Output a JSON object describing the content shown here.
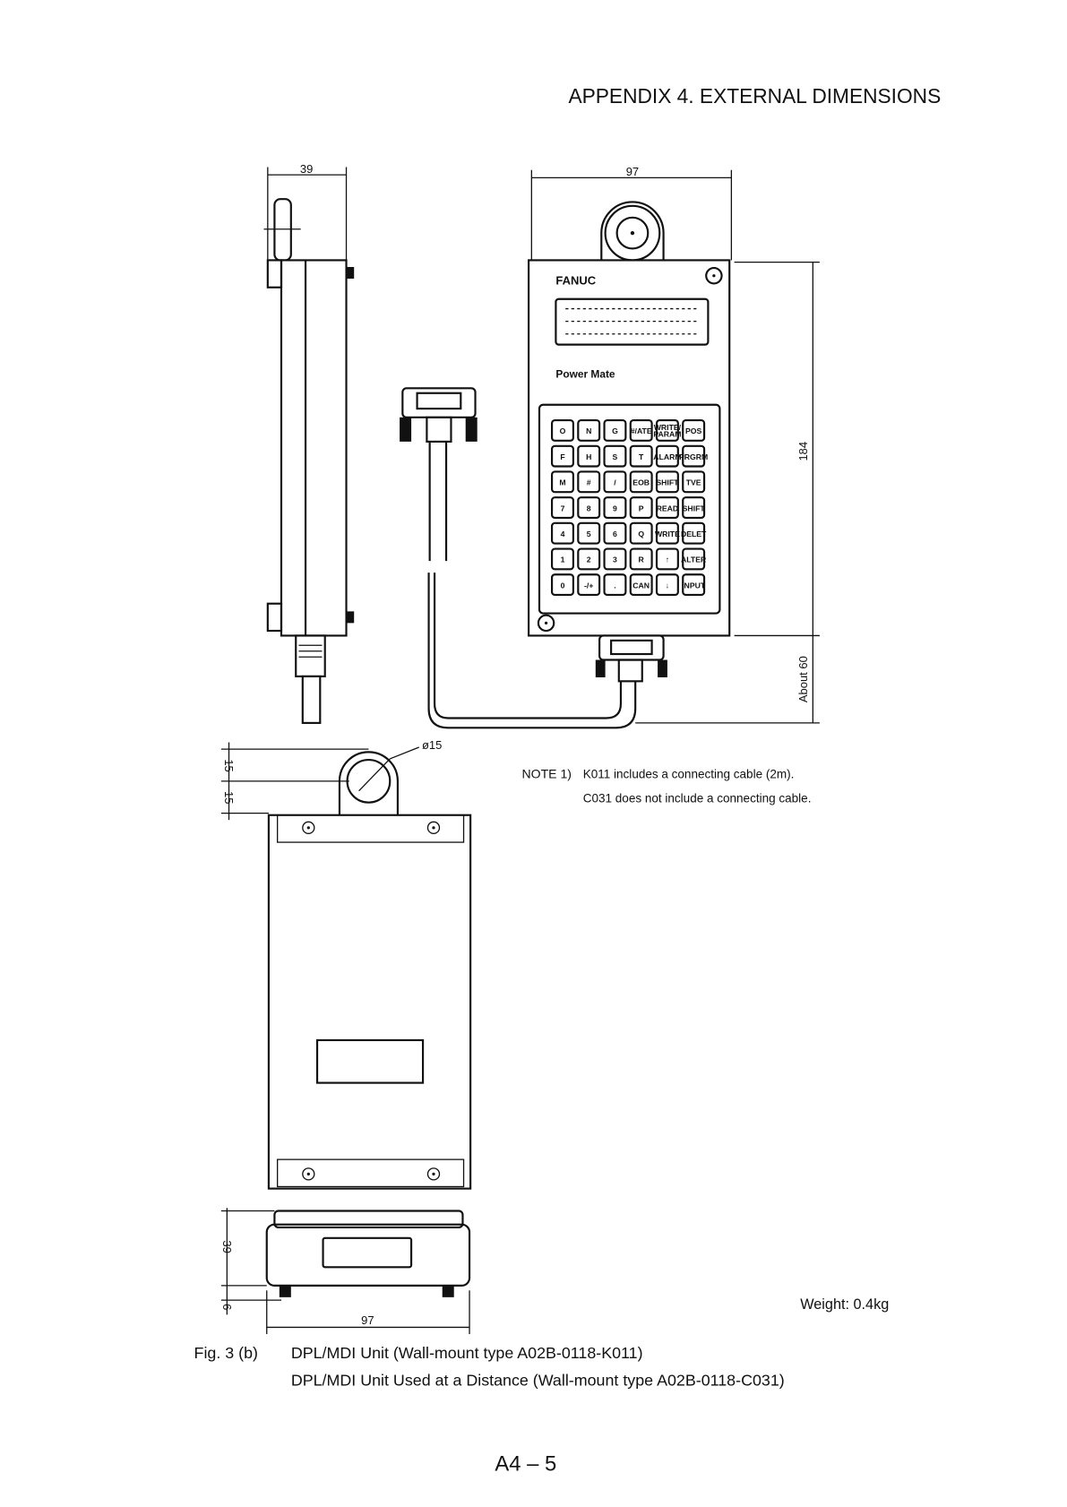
{
  "header": {
    "title": "APPENDIX 4.  EXTERNAL DIMENSIONS"
  },
  "dimensions": {
    "side_width": "39",
    "front_width": "97",
    "front_height": "184",
    "cable_length": "About 60",
    "hole_diameter": "ø15",
    "tab_upper": "15",
    "tab_lower": "15",
    "bottom_height": "39",
    "foot_height": "6",
    "bottom_width": "97"
  },
  "unit": {
    "brand": "FANUC",
    "model": "Power Mate",
    "keys": [
      [
        "O",
        "N",
        "G",
        "#/ATE",
        "WRITE/PARAM",
        "POS"
      ],
      [
        "F",
        "H",
        "S",
        "T",
        "ALARM",
        "PRGRM"
      ],
      [
        "M",
        "#",
        "/",
        "EOB",
        "SHIFT",
        "TVE"
      ],
      [
        "7",
        "8",
        "9",
        "P",
        "READ",
        "SHIFT"
      ],
      [
        "4",
        "5",
        "6",
        "Q",
        "WRITE",
        "DELET"
      ],
      [
        "1",
        "2",
        "3",
        "R",
        "↑",
        "ALTER"
      ],
      [
        "0",
        "-/+",
        ".",
        "CAN",
        "↓",
        "INPUT"
      ]
    ]
  },
  "notes": {
    "label": "NOTE 1)",
    "line1": "K011 includes a connecting cable (2m).",
    "line2": "C031 does not include a connecting cable."
  },
  "weight": "Weight:  0.4kg",
  "caption": {
    "fig": "Fig. 3 (b)",
    "line1": "DPL/MDI Unit (Wall-mount type A02B-0118-K011)",
    "line2": "DPL/MDI Unit Used at a Distance (Wall-mount type A02B-0118-C031)"
  },
  "page_number": "A4 – 5"
}
